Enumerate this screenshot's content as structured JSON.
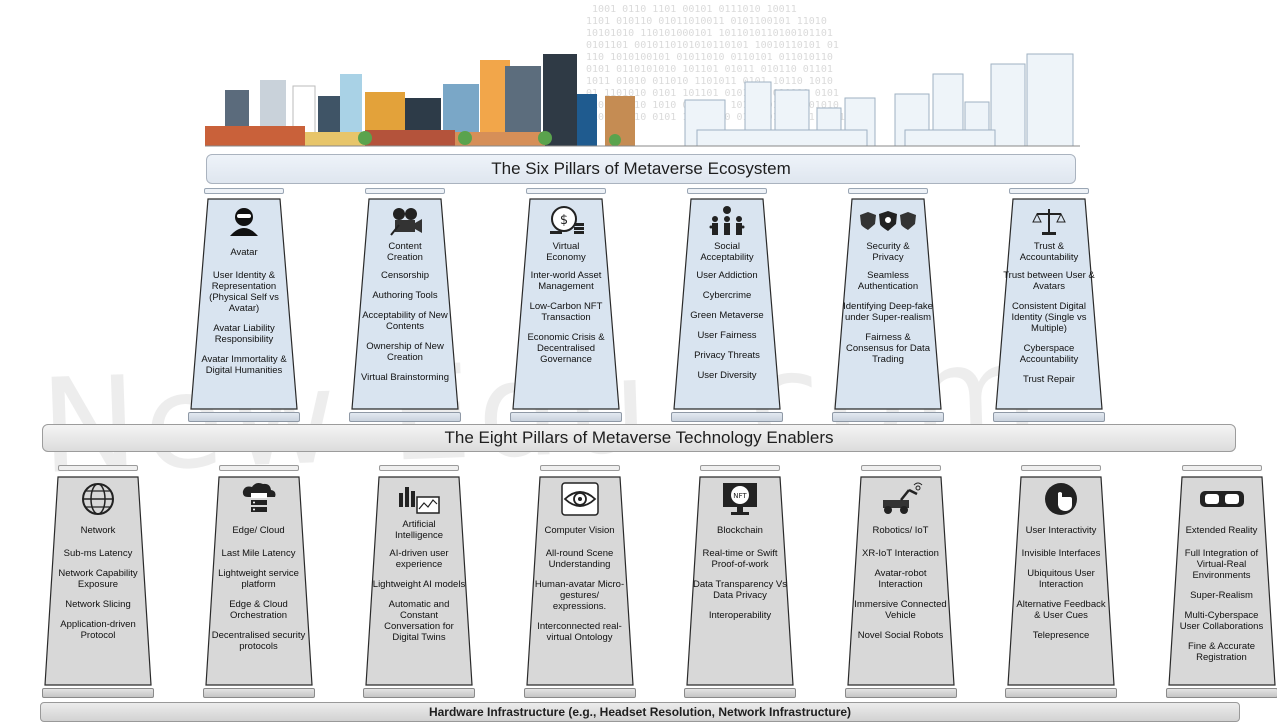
{
  "header_title": "The Six Pillars of Metaverse Ecosystem",
  "middle_title": "The Eight Pillars of Metaverse Technology Enablers",
  "footer_title": "Hardware Infrastructure (e.g., Headset Resolution, Network Infrastructure)",
  "watermark": "New  Edu  .com",
  "colors": {
    "ecosystem_fill": "#d9e4f0",
    "enabler_fill": "#d8d8d8",
    "outline": "#2a2a2a"
  },
  "ecosystem_pillars": [
    {
      "title": "Avatar",
      "icon": "avatar-icon",
      "items": [
        "User Identity & Representation (Physical Self vs Avatar)",
        "Avatar Liability Responsibility",
        "Avatar Immortality & Digital Humanities"
      ]
    },
    {
      "title": "Content Creation",
      "icon": "film-camera-icon",
      "items": [
        "Censorship",
        "Authoring Tools",
        "Acceptability of New Contents",
        "Ownership of New Creation",
        "Virtual Brainstorming"
      ]
    },
    {
      "title": "Virtual Economy",
      "icon": "coins-icon",
      "items": [
        "Inter-world Asset Management",
        "Low-Carbon NFT Transaction",
        "Economic Crisis & Decentralised Governance"
      ]
    },
    {
      "title": "Social Acceptability",
      "icon": "people-icon",
      "items": [
        "User Addiction",
        "Cybercrime",
        "Green Metaverse",
        "User Fairness",
        "Privacy Threats",
        "User Diversity"
      ]
    },
    {
      "title": "Security & Privacy",
      "icon": "shield-icon",
      "items": [
        "Seamless Authentication",
        "Identifying Deep-fake under Super-realism",
        "Fairness & Consensus for Data Trading"
      ]
    },
    {
      "title": "Trust & Accountability",
      "icon": "scales-icon",
      "items": [
        "Trust between User & Avatars",
        "Consistent Digital Identity (Single vs Multiple)",
        "Cyberspace Accountability",
        "Trust Repair"
      ]
    }
  ],
  "enabler_pillars": [
    {
      "title": "Network",
      "icon": "globe-icon",
      "items": [
        "Sub-ms Latency",
        "Network Capability Exposure",
        "Network Slicing",
        "Application-driven Protocol"
      ]
    },
    {
      "title": "Edge/ Cloud",
      "icon": "cloud-server-icon",
      "items": [
        "Last Mile Latency",
        "Lightweight service platform",
        "Edge & Cloud Orchestration",
        "Decentralised security protocols"
      ]
    },
    {
      "title": "Artificial Intelligence",
      "icon": "ai-chart-icon",
      "items": [
        "AI-driven user experience",
        "Lightweight AI models",
        "Automatic and Constant Conversation for Digital Twins"
      ]
    },
    {
      "title": "Computer Vision",
      "icon": "eye-icon",
      "items": [
        "All-round Scene Understanding",
        "Human-avatar Micro-gestures/ expressions.",
        "Interconnected real-virtual Ontology"
      ]
    },
    {
      "title": "Blockchain",
      "icon": "nft-monitor-icon",
      "items": [
        "Real-time or Swift Proof-of-work",
        "Data Transparency Vs Data Privacy",
        "Interoperability"
      ]
    },
    {
      "title": "Robotics/ IoT",
      "icon": "robot-vehicle-icon",
      "items": [
        "XR-IoT Interaction",
        "Avatar-robot Interaction",
        "Immersive Connected Vehicle",
        "Novel Social Robots"
      ]
    },
    {
      "title": "User Interactivity",
      "icon": "touch-hand-icon",
      "items": [
        "Invisible Interfaces",
        "Ubiquitous User Interaction",
        "Alternative Feedback & User Cues",
        "Telepresence"
      ]
    },
    {
      "title": "Extended Reality",
      "icon": "vr-headset-icon",
      "items": [
        "Full Integration of Virtual-Real Environments",
        "Super-Realism",
        "Multi-Cyberspace User Collaborations",
        "Fine & Accurate Registration"
      ]
    }
  ]
}
